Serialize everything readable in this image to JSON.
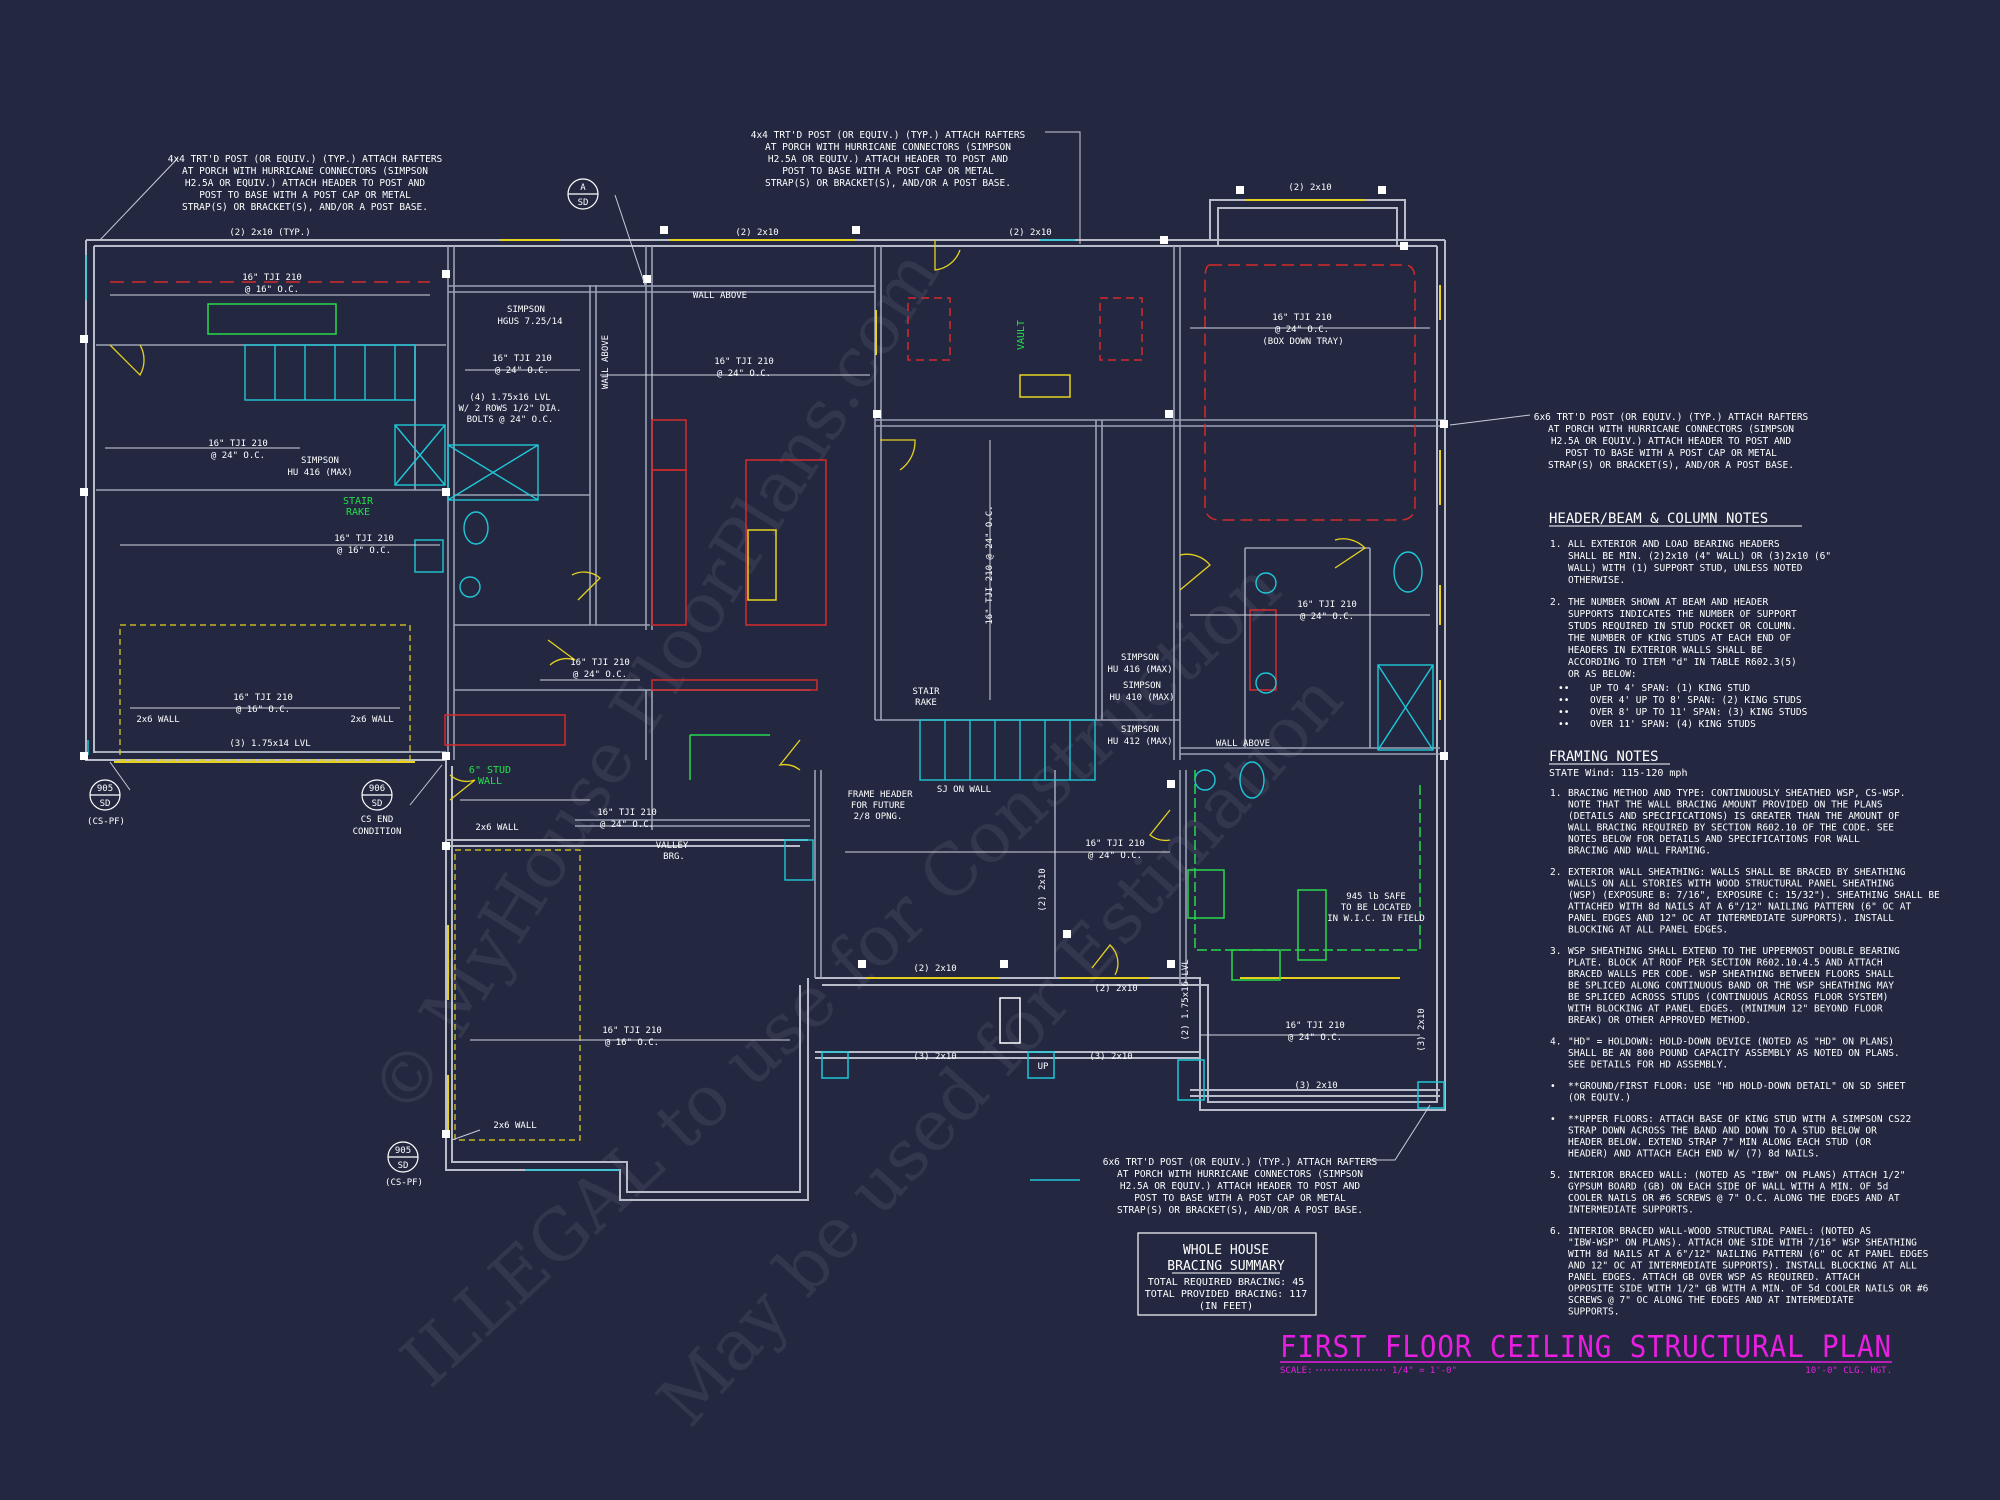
{
  "title": "FIRST FLOOR CEILING STRUCTURAL PLAN",
  "scale_label": "SCALE:",
  "scale_value": "1/4\" = 1'-0\"",
  "ceiling_height": "10'-0\" CLG. HGT.",
  "watermark": [
    "© MyHouse FloorPlans.com",
    "ILLEGAL to use for Construction",
    "May be used for Estimation"
  ],
  "callouts": {
    "top_left": [
      "4x4 TRT'D POST (OR EQUIV.) (TYP.) ATTACH RAFTERS",
      "AT PORCH WITH HURRICANE CONNECTORS (SIMPSON",
      "H2.5A OR EQUIV.) ATTACH HEADER TO POST AND",
      "POST TO BASE WITH A POST CAP OR METAL",
      "STRAP(S) OR BRACKET(S), AND/OR A POST BASE."
    ],
    "top_center": [
      "4x4 TRT'D POST (OR EQUIV.) (TYP.) ATTACH RAFTERS",
      "AT PORCH WITH HURRICANE CONNECTORS (SIMPSON",
      "H2.5A OR EQUIV.) ATTACH HEADER TO POST AND",
      "POST TO BASE WITH A POST CAP OR METAL",
      "STRAP(S) OR BRACKET(S), AND/OR A POST BASE."
    ],
    "right": [
      "6x6 TRT'D POST (OR EQUIV.) (TYP.) ATTACH RAFTERS",
      "AT PORCH WITH HURRICANE CONNECTORS (SIMPSON",
      "H2.5A OR EQUIV.) ATTACH HEADER TO POST AND",
      "POST TO BASE WITH A POST CAP OR METAL",
      "STRAP(S) OR BRACKET(S), AND/OR A POST BASE."
    ],
    "bottom": [
      "6x6 TRT'D POST (OR EQUIV.) (TYP.) ATTACH RAFTERS",
      "AT PORCH WITH HURRICANE CONNECTORS (SIMPSON",
      "H2.5A OR EQUIV.) ATTACH HEADER TO POST AND",
      "POST TO BASE WITH A POST CAP OR METAL",
      "STRAP(S) OR BRACKET(S), AND/OR A POST BASE."
    ]
  },
  "header_notes": {
    "heading": "HEADER/BEAM & COLUMN NOTES",
    "items": [
      [
        "1.",
        "ALL EXTERIOR AND LOAD BEARING HEADERS",
        "SHALL BE MIN. (2)2x10 (4\" WALL) OR (3)2x10 (6\"",
        "WALL) WITH (1) SUPPORT STUD, UNLESS NOTED",
        "OTHERWISE."
      ],
      [
        "2.",
        "THE NUMBER SHOWN AT BEAM AND HEADER",
        "SUPPORTS INDICATES THE NUMBER OF SUPPORT",
        "STUDS REQUIRED IN STUD POCKET OR COLUMN.",
        "THE NUMBER OF KING STUDS AT EACH END OF",
        "HEADERS IN EXTERIOR WALLS SHALL BE",
        "ACCORDING TO ITEM \"d\" IN TABLE R602.3(5)",
        "OR AS BELOW:"
      ]
    ],
    "bullets": [
      "UP TO 4' SPAN: (1) KING STUD",
      "OVER 4' UP TO 8' SPAN: (2) KING STUDS",
      "OVER 8' UP TO 11' SPAN: (3) KING STUDS",
      "OVER 11' SPAN: (4) KING STUDS"
    ]
  },
  "framing_notes": {
    "heading": "FRAMING NOTES",
    "wind": "STATE Wind: 115-120 mph",
    "items": [
      [
        "1.",
        "BRACING METHOD AND TYPE: CONTINUOUSLY SHEATHED WSP, CS-WSP.",
        "NOTE THAT THE WALL BRACING AMOUNT PROVIDED ON THE PLANS",
        "(DETAILS AND SPECIFICATIONS) IS GREATER THAN THE AMOUNT OF",
        "WALL BRACING REQUIRED BY SECTION R602.10 OF THE CODE. SEE",
        "NOTES BELOW FOR DETAILS AND SPECIFICATIONS FOR WALL",
        "BRACING AND WALL FRAMING."
      ],
      [
        "2.",
        "EXTERIOR WALL SHEATHING: WALLS SHALL BE BRACED BY SHEATHING",
        "WALLS ON ALL STORIES WITH WOOD STRUCTURAL PANEL SHEATHING",
        "(WSP) (EXPOSURE B: 7/16\", EXPOSURE C: 15/32\"). SHEATHING SHALL BE",
        "ATTACHED WITH 8d NAILS AT A 6\"/12\" NAILING PATTERN (6\" OC AT",
        "PANEL EDGES AND 12\" OC AT INTERMEDIATE SUPPORTS). INSTALL",
        "BLOCKING AT ALL PANEL EDGES."
      ],
      [
        "3.",
        "WSP SHEATHING SHALL EXTEND TO THE UPPERMOST DOUBLE BEARING",
        "PLATE. BLOCK AT ROOF PER SECTION R602.10.4.5 AND ATTACH",
        "BRACED WALLS PER CODE. WSP SHEATHING BETWEEN FLOORS SHALL",
        "BE SPLICED ALONG CONTINUOUS BAND OR THE WSP SHEATHING MAY",
        "BE SPLICED ACROSS STUDS (CONTINUOUS ACROSS FLOOR SYSTEM)",
        "WITH BLOCKING AT PANEL EDGES. (MINIMUM 12\" BEYOND FLOOR",
        "BREAK) OR OTHER APPROVED METHOD."
      ],
      [
        "4.",
        "\"HD\" = HOLDOWN: HOLD-DOWN DEVICE (NOTED AS \"HD\" ON PLANS)",
        "SHALL BE AN 800 POUND CAPACITY ASSEMBLY AS NOTED ON PLANS.",
        "SEE DETAILS FOR HD ASSEMBLY."
      ],
      [
        "•",
        "**GROUND/FIRST FLOOR: USE \"HD HOLD-DOWN DETAIL\" ON SD SHEET",
        "(OR EQUIV.)"
      ],
      [
        "•",
        "**UPPER FLOORS: ATTACH BASE OF KING STUD WITH A SIMPSON CS22",
        "STRAP DOWN ACROSS THE BAND AND DOWN TO A STUD BELOW OR",
        "HEADER BELOW. EXTEND STRAP 7\" MIN ALONG EACH STUD (OR",
        "HEADER) AND ATTACH EACH END W/ (7) 8d NAILS."
      ],
      [
        "5.",
        "INTERIOR BRACED WALL: (NOTED AS \"IBW\" ON PLANS) ATTACH 1/2\"",
        "GYPSUM BOARD (GB) ON EACH SIDE OF WALL WITH A MIN. OF 5d",
        "COOLER NAILS OR #6 SCREWS @ 7\" O.C. ALONG THE EDGES AND AT",
        "INTERMEDIATE SUPPORTS."
      ],
      [
        "6.",
        "INTERIOR BRACED WALL-WOOD STRUCTURAL PANEL: (NOTED AS",
        "\"IBW-WSP\" ON PLANS). ATTACH ONE SIDE WITH 7/16\" WSP SHEATHING",
        "WITH 8d NAILS AT A 6\"/12\" NAILING PATTERN (6\" OC AT PANEL EDGES",
        "AND 12\" OC AT INTERMEDIATE SUPPORTS). INSTALL BLOCKING AT ALL",
        "PANEL EDGES. ATTACH GB OVER WSP AS REQUIRED. ATTACH",
        "OPPOSITE SIDE WITH 1/2\" GB WITH A MIN. OF 5d COOLER NAILS OR #6",
        "SCREWS @ 7\" OC ALONG THE EDGES AND AT INTERMEDIATE",
        "SUPPORTS."
      ]
    ]
  },
  "bracing_summary": {
    "heading1": "WHOLE HOUSE",
    "heading2": "BRACING SUMMARY",
    "required": "TOTAL REQUIRED BRACING: 45",
    "provided": "TOTAL PROVIDED BRACING: 117",
    "unit": "(IN FEET)"
  },
  "plan_labels": {
    "tji_16_16": "16\" TJI 210",
    "oc16": "@ 16\" O.C.",
    "oc24": "@ 24\" O.C.",
    "box_down": "(BOX DOWN TRAY)",
    "h2x10_typ": "(2) 2x10 (TYP.)",
    "h2x10": "(2) 2x10",
    "h3x10": "(3) 2x10",
    "lvl_3": "(3) 1.75x14 LVL",
    "lvl_4": "(4) 1.75x16 LVL",
    "lvl_4b": "W/ 2 ROWS 1/2\" DIA.",
    "lvl_4c": "BOLTS @ 24\" O.C.",
    "simpson_hgus": "SIMPSON",
    "hgus": "HGUS 7.25/14",
    "hu416": "HU 416 (MAX)",
    "hu410": "HU 410 (MAX)",
    "hu412": "HU 412 (MAX)",
    "wall_above": "WALL ABOVE",
    "stair_rake": "STAIR",
    "rake": "RAKE",
    "wall2x6": "2x6 WALL",
    "stud6": "6\" STUD",
    "wall": "WALL",
    "cs_end": "CS END",
    "condition": "CONDITION",
    "valley": "VALLEY",
    "brg": "BRG.",
    "frame_header": "FRAME HEADER",
    "for_future": "FOR FUTURE",
    "opng": "2/8 OPNG.",
    "sj_on_wall": "SJ ON WALL",
    "safe1": "945 lb SAFE",
    "safe2": "TO BE LOCATED",
    "safe3": "IN W.I.C. IN FIELD",
    "vault": "VAULT",
    "tji_v": "16\" TJI 210 @ 24\" O.C.",
    "lvl_v": "(2) 1.75x16 LVL",
    "h2x10_v": "(2) 2x10",
    "h3x10_v": "(3) 2x10",
    "up": "UP",
    "tag_a": "A",
    "tag_5d": "SD",
    "tag_905": "905",
    "tag_906": "906",
    "cs_pf": "(CS-PF)"
  }
}
